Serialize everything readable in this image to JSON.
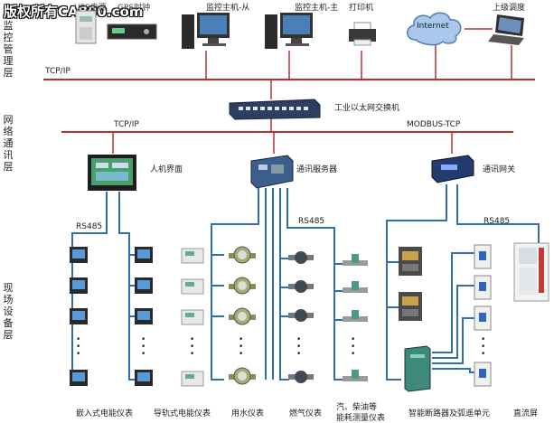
{
  "watermark": "版权所有CA800.com",
  "layers": {
    "monitor": "监控管理层",
    "network": "网络通讯层",
    "field": "现场设备层"
  },
  "top_devices": {
    "device1": "UPS电源",
    "device2": "GPS时钟",
    "slave_host": "监控主机-从",
    "master_host": "监控主机-主",
    "printer": "打印机",
    "internet": "Internet",
    "remote": "上级调度"
  },
  "buses": {
    "tcpip_top": "TCP/IP",
    "switch": "工业以太网交换机",
    "tcpip_mid": "TCP/IP",
    "modbus": "MODBUS-TCP",
    "rs485_a": "RS485",
    "rs485_b": "RS485",
    "rs485_c": "RS485"
  },
  "mid_devices": {
    "hmi": "人机界面",
    "comm_server": "通讯服务器",
    "gateway": "通讯网关"
  },
  "field_labels": {
    "col1": "嵌入式电能仪表",
    "col2": "导轨式电能仪表",
    "col3": "用水仪表",
    "col4": "燃气仪表",
    "col5_line1": "汽、柴油等",
    "col5_line2": "能耗测量仪表",
    "col6": "智能断路器及弧遥单元",
    "col7": "直流屏"
  },
  "colors": {
    "bus_red": "#b5332d",
    "line_blue": "#2f6fb0",
    "device_blue": "#3b5f8c"
  }
}
